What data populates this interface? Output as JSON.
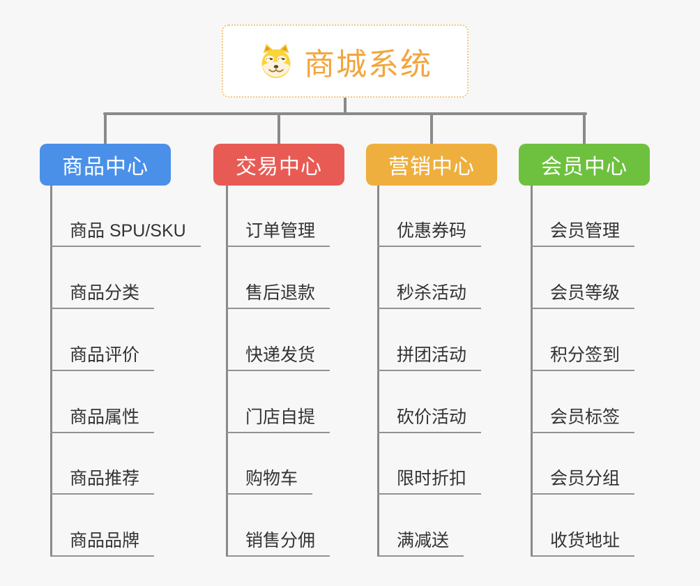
{
  "root": {
    "title": "商城系统",
    "icon": "dog-face-icon"
  },
  "branches": [
    {
      "key": "product-center",
      "label": "商品中心",
      "color": "#4a90e9",
      "children": [
        "商品 SPU/SKU",
        "商品分类",
        "商品评价",
        "商品属性",
        "商品推荐",
        "商品品牌"
      ]
    },
    {
      "key": "trade-center",
      "label": "交易中心",
      "color": "#e85b55",
      "children": [
        "订单管理",
        "售后退款",
        "快递发货",
        "门店自提",
        "购物车",
        "销售分佣"
      ]
    },
    {
      "key": "marketing-center",
      "label": "营销中心",
      "color": "#efaf3e",
      "children": [
        "优惠券码",
        "秒杀活动",
        "拼团活动",
        "砍价活动",
        "限时折扣",
        "满减送"
      ]
    },
    {
      "key": "member-center",
      "label": "会员中心",
      "color": "#6ec13f",
      "children": [
        "会员管理",
        "会员等级",
        "积分签到",
        "会员标签",
        "会员分组",
        "收货地址"
      ]
    }
  ],
  "colors": {
    "background": "#f7f7f7",
    "root_accent": "#f2a63e",
    "root_border": "#f3c677",
    "connector": "#8a8a8a",
    "leaf_underline": "#929292",
    "leaf_text": "#333333",
    "branch_text": "#ffffff"
  }
}
